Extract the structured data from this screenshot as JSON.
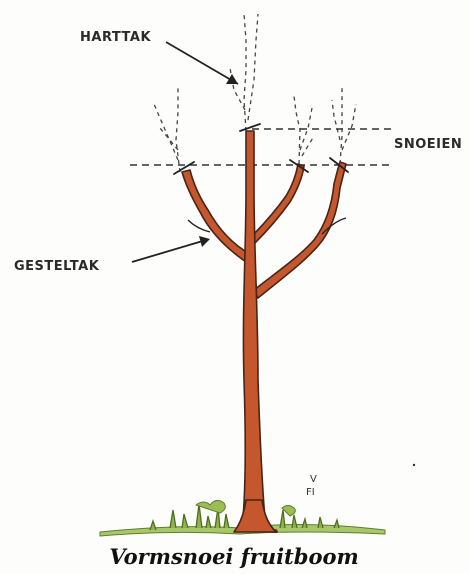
{
  "labels": {
    "harttak": "HARTTAK",
    "snoeien": "SNOEIEN",
    "gesteltak": "GESTELTAK"
  },
  "signature": {
    "line1": "V",
    "line2": "FI"
  },
  "caption": "Vormsnoei fruitboom",
  "colors": {
    "wood": "#c4572e",
    "outline": "#4a2416",
    "grass": "#8fb34a",
    "background": "#fdfdfb"
  }
}
